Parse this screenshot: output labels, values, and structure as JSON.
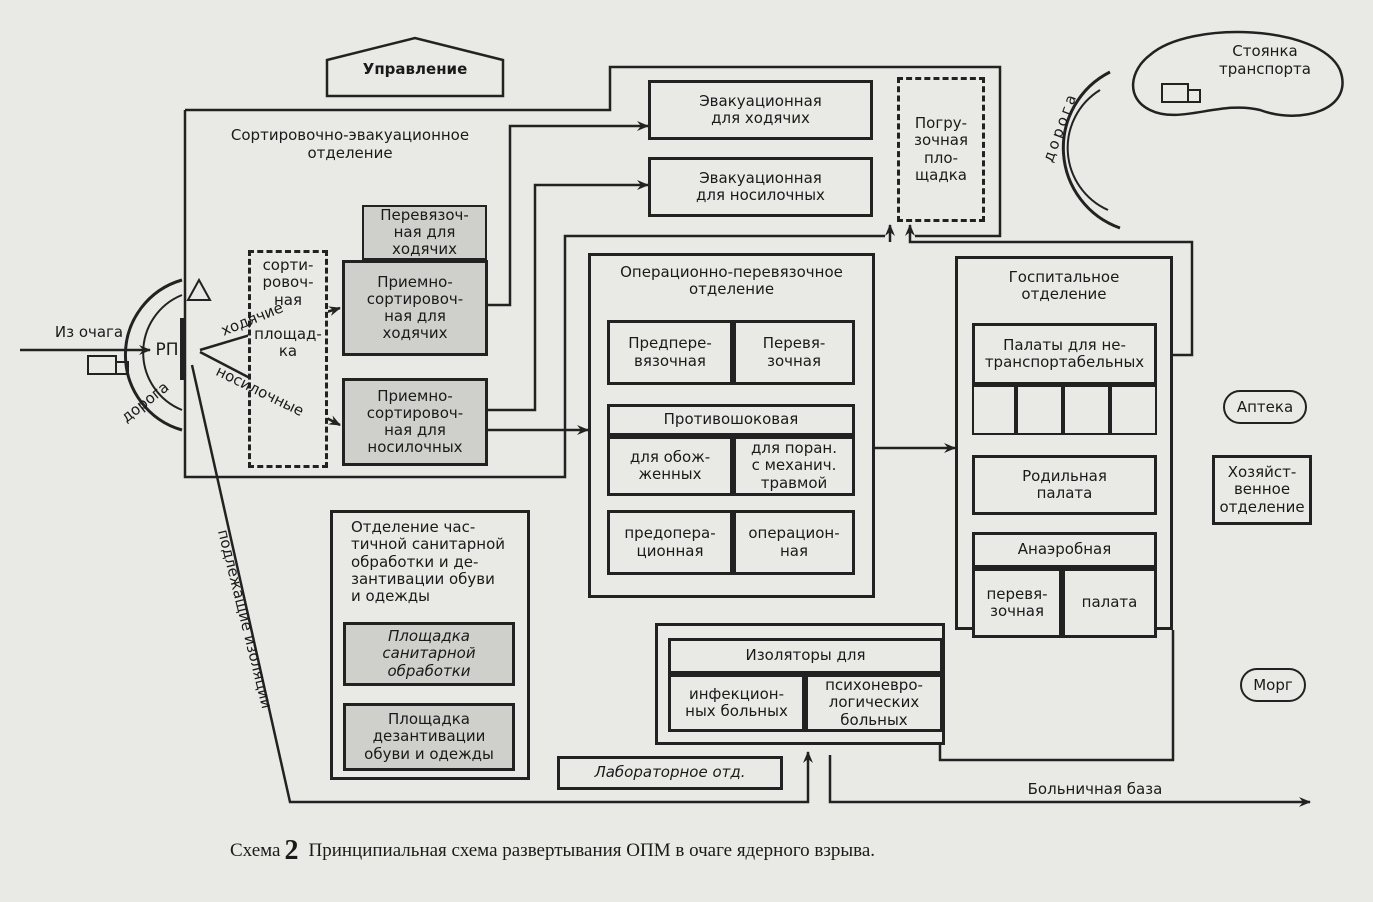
{
  "labels": {
    "upravlenie": "Управление",
    "evac_walk": "Эвакуационная\nдля ходячих",
    "evac_stretch": "Эвакуационная\nдля носилочных",
    "loading": "Погру-\nзочная\nпло-\nщадка",
    "parking": "Стоянка\nтранспорта",
    "road_right": "дорога",
    "sort_evac_title": "Сортировочно-эвакуационное\nотделение",
    "bandage_walk": "Перевязоч-\nная для\nходячих",
    "recv_walk": "Приемно-\nсортировоч-\nная для\nходячих",
    "recv_stretch": "Приемно-\nсортировоч-\nная для\nносилочных",
    "sort_area": "сорти-\nровоч-\nная\n\nплощад-\nка",
    "walking": "ходячие",
    "stretcher": "носилочные",
    "from_focus": "Из очага",
    "rp": "РП",
    "road_left": "дорога",
    "isolation_note": "подлежащие изоляции",
    "oper_title": "Операционно-перевязочное\nотделение",
    "preperev": "Предпере-\nвязочная",
    "perev": "Перевя-\nзочная",
    "antishock": "Противошоковая",
    "burns": "для обож-\nженных",
    "mech": "для поран.\nс механич.\nтравмой",
    "preop": "предопера-\nционная",
    "oper": "операцион-\nная",
    "hosp_title": "Госпитальное\nотделение",
    "wards_nt": "Палаты для не-\nтранспортабельных",
    "maternity": "Родильная\nпалата",
    "anaerobic": "Анаэробная",
    "an_perev": "перевя-\nзочная",
    "an_ward": "палата",
    "pharmacy": "Аптека",
    "household": "Хозяйст-\nвенное\nотделение",
    "morgue": "Морг",
    "sanit_title": "Отделение час-\nтичной санитарной\nобработки и де-\nзантивации обуви\nи одежды",
    "sanit_area": "Площадка\nсанитарной\nобработки",
    "decont_area": "Площадка\nдезантивации\nобуви и одежды",
    "isolators": "Изоляторы для",
    "infect": "инфекцион-\nных больных",
    "psycho": "психоневро-\nлогических\nбольных",
    "lab": "Лабораторное отд.",
    "hospital_base": "Больничная база"
  },
  "caption": {
    "prefix": "Схема",
    "number": "2",
    "text": "Принципиальная схема развертывания ОПМ в очаге ядерного взрыва."
  }
}
